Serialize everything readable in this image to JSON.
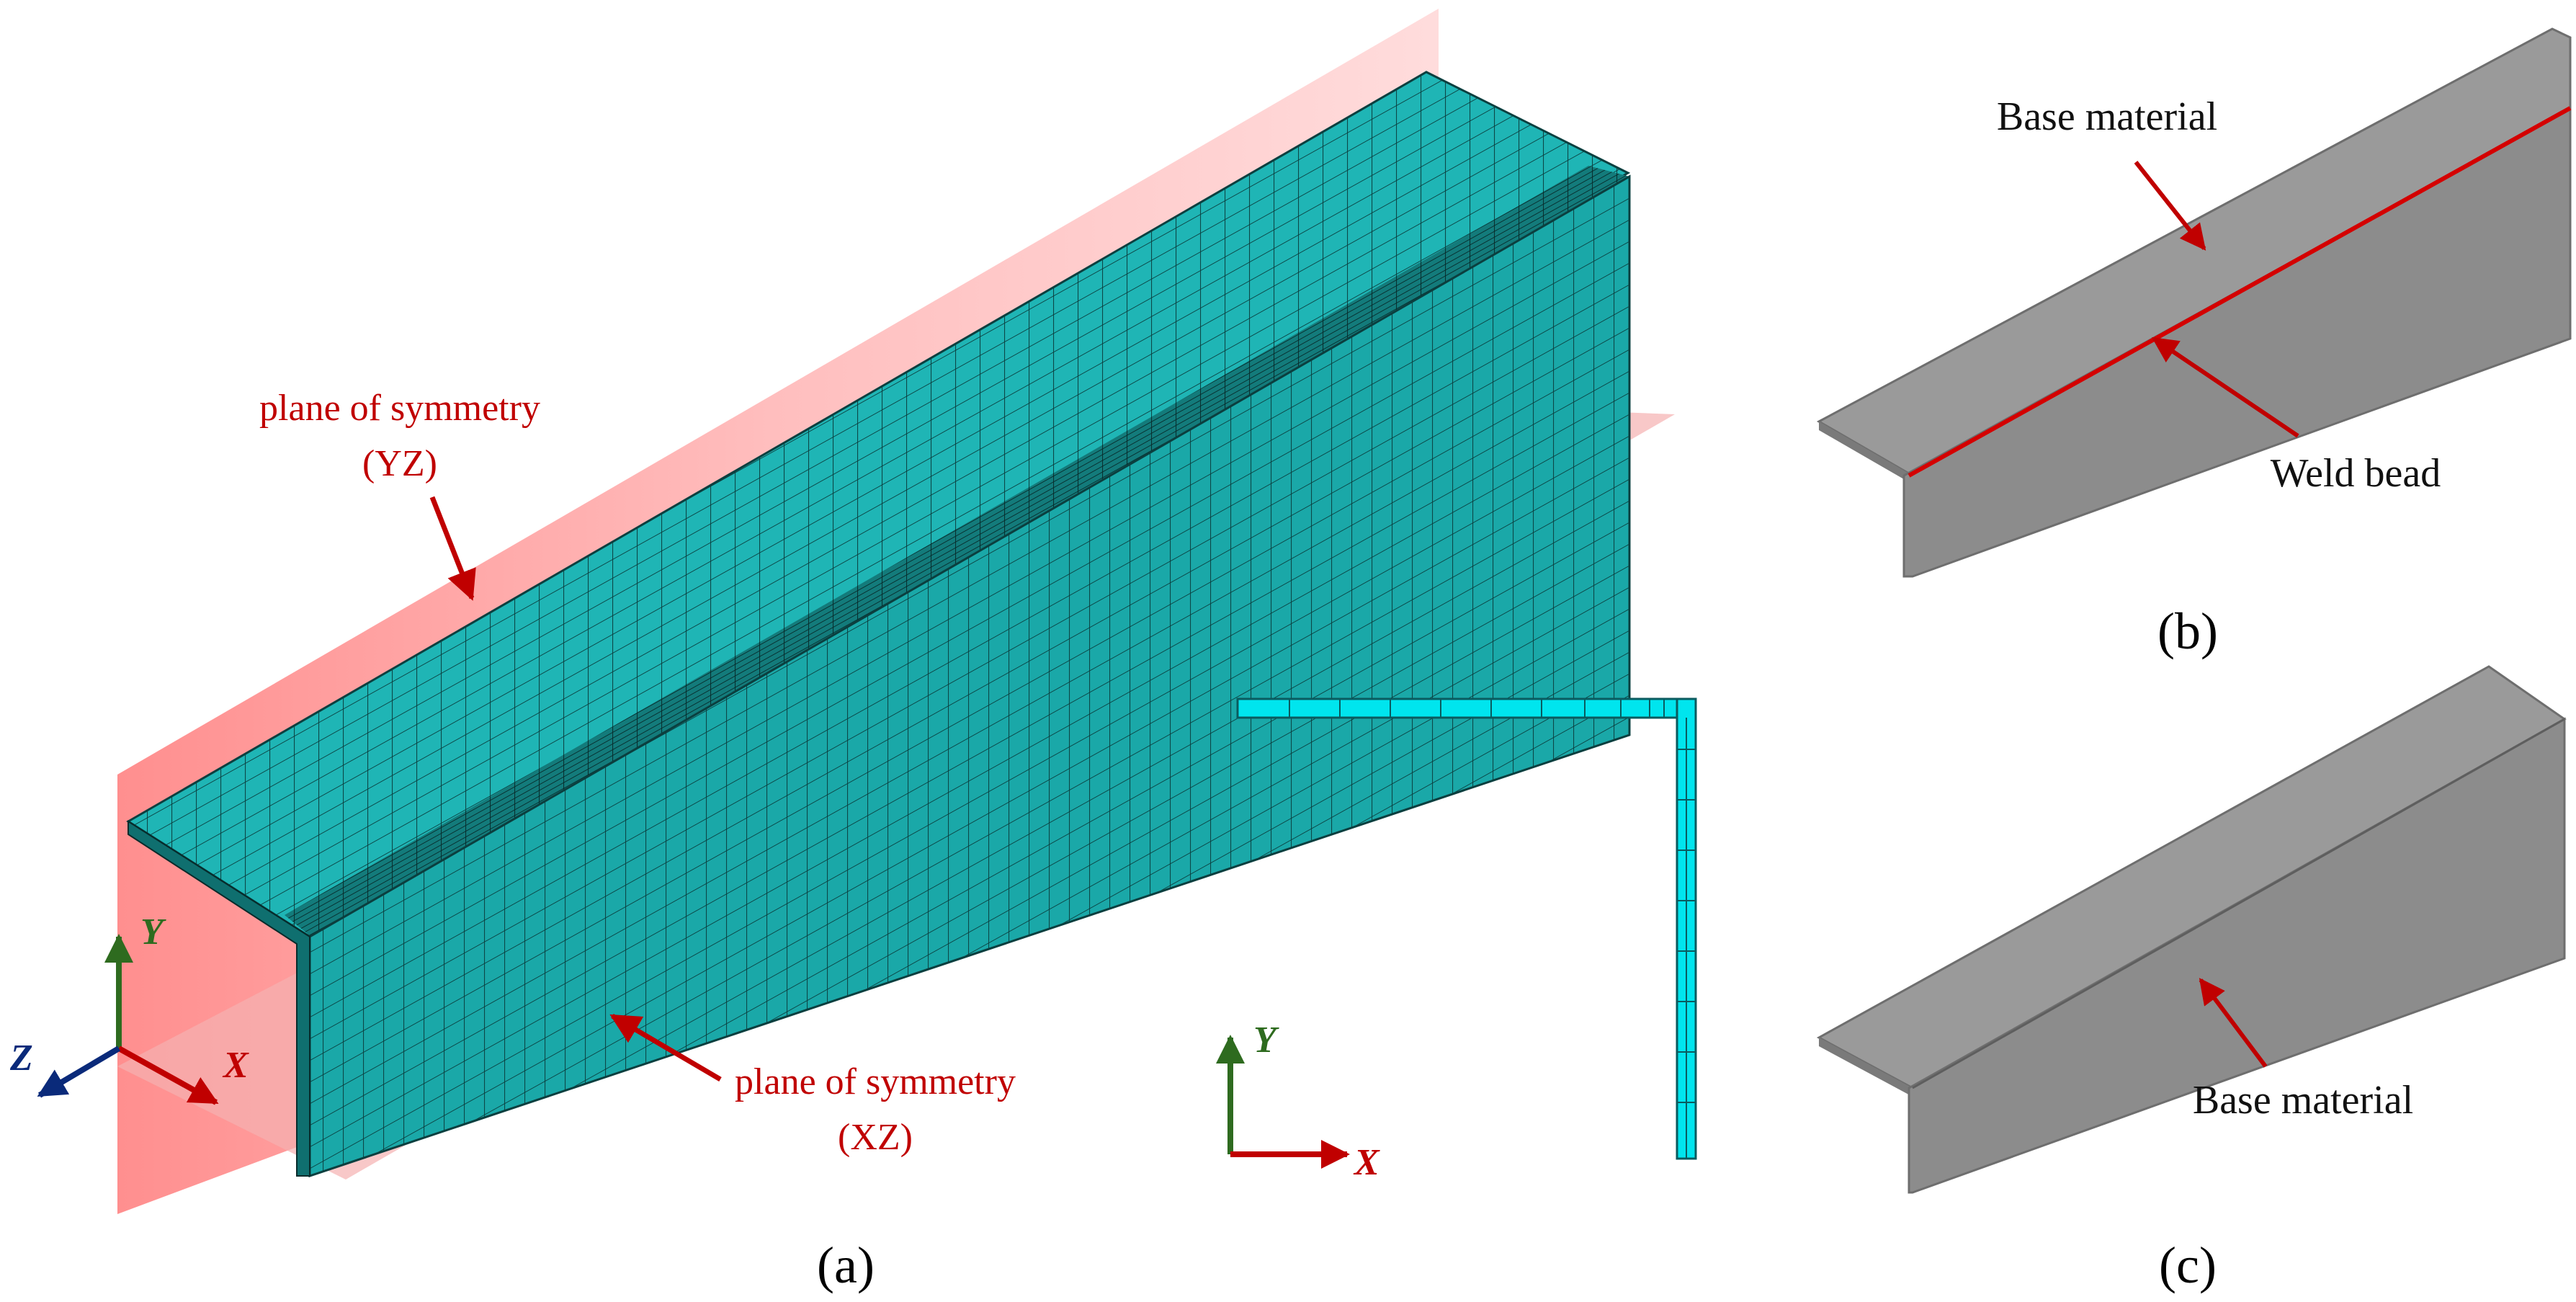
{
  "panels": {
    "a": {
      "caption": "(a)",
      "symmetry_yz": {
        "line1": "plane of symmetry",
        "line2": "(YZ)"
      },
      "symmetry_xz": {
        "line1": "plane of symmetry",
        "line2": "(XZ)"
      },
      "axes_3d": {
        "x": "X",
        "y": "Y",
        "z": "Z"
      },
      "axes_2d": {
        "x": "X",
        "y": "Y"
      }
    },
    "b": {
      "caption": "(b)",
      "label_base": "Base material",
      "label_weld": "Weld bead"
    },
    "c": {
      "caption": "(c)",
      "label_base": "Base material"
    }
  },
  "colors": {
    "mesh_fill": "#1fb5b5",
    "mesh_line": "#0b3f3f",
    "section_fill": "#00e5ee",
    "symmetry_plane": "#f7a8a8",
    "label_red": "#c00000",
    "axis_x": "#c00000",
    "axis_y": "#2e6b1f",
    "axis_z": "#0a2a7a",
    "steel_top": "#9a9a9a",
    "steel_side": "#8c8c8c",
    "weld_line": "#d40000"
  }
}
